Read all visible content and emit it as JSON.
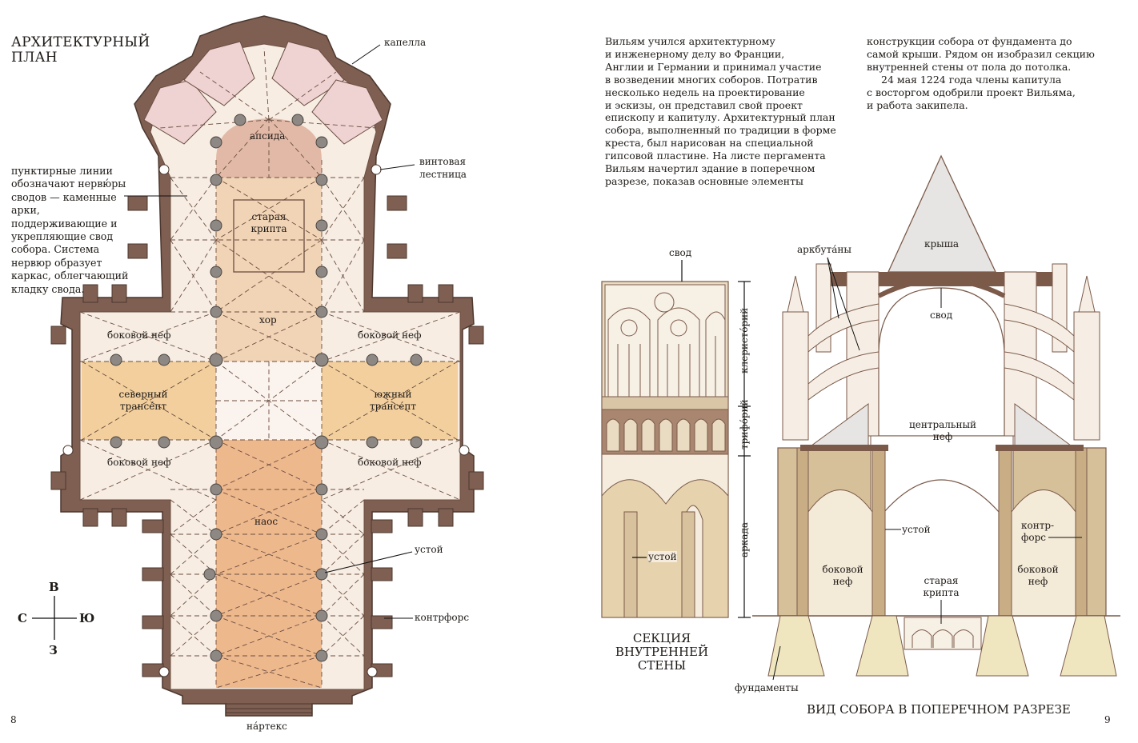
{
  "left_page": {
    "title": [
      "АРХИТЕКТУРНЫЙ",
      "ПЛАН"
    ],
    "note": "пунктирные линии обозначают нервю́ры сводов — каменные арки, поддерживающие и укрепляющие свод собора. Система нервюр образует каркас, облегчающий кладку свода.",
    "page_number": "8",
    "compass": {
      "north": "В",
      "west": "С",
      "east": "Ю",
      "south": "З"
    },
    "labels": {
      "chapel": "капелла",
      "apse": "апсида",
      "spiral_stair": [
        "винтовая",
        "лестница"
      ],
      "old_crypt": [
        "старая",
        "крипта"
      ],
      "choir": "хор",
      "side_nave_north_top": "боковой неф",
      "side_nave_south_top": "боковой неф",
      "north_transept": [
        "северный",
        "трансе́пт"
      ],
      "south_transept": [
        "южный",
        "трансе́пт"
      ],
      "side_nave_north_bottom": "боковой неф",
      "side_nave_south_bottom": "боковой неф",
      "naos": "наос",
      "pier": "устой",
      "buttress": "контрфорс",
      "narthex": "на́ртекс"
    }
  },
  "right_page": {
    "text_col1": [
      "Вильям учился архитектурному",
      "и инженерному делу во Франции,",
      "Англии и Германии и принимал участие",
      "в возведении многих соборов. Потратив",
      "несколько недель на проектирование",
      "и эскизы, он представил свой проект",
      "епископу и капитулу. Архитектурный план",
      "собора, выполненный по традиции в форме",
      "креста, был нарисован на специальной",
      "гипсовой пластине. На листе пергамента",
      "Вильям начертил здание в поперечном",
      "разрезе, показав основные элементы"
    ],
    "text_col2": [
      "конструкции собора от фундамента до",
      "самой крыши. Рядом он изобразил секцию",
      "внутренней стены от пола до потолка.",
      "24 мая 1224 года члены капитула",
      "с восторгом одобрили проект Вильяма,",
      "и работа закипела."
    ],
    "wall_section": {
      "vault": "свод",
      "clerestory": "клеристо́рий",
      "triforium": "трифо́рий",
      "arcade": "аркада",
      "pier": "устой",
      "caption": [
        "СЕКЦИЯ",
        "ВНУТРЕННЕЙ",
        "СТЕНЫ"
      ]
    },
    "cross_section": {
      "roof": "крыша",
      "flying_buttresses": "аркбута́ны",
      "vault": "свод",
      "central_nave": [
        "центральный",
        "неф"
      ],
      "pier": "устой",
      "buttress": [
        "контр-",
        "форс"
      ],
      "side_nave_left": [
        "боковой",
        "неф"
      ],
      "side_nave_right": [
        "боковой",
        "неф"
      ],
      "old_crypt": [
        "старая",
        "крипта"
      ],
      "foundations": "фундаменты",
      "caption": "ВИД СОБОРА В ПОПЕРЕЧНОМ РАЗРЕЗЕ"
    },
    "page_number": "9"
  },
  "colors": {
    "wall": "#7f5f51",
    "wall_light": "#a88f82",
    "floor": "#f7ede3",
    "choir": "#f1d3b5",
    "transept": "#f2cf9d",
    "naos": "#eeb88d",
    "apse": "#e2b9a6",
    "chapel": "#efd2d2",
    "stone": "#e9dcc2",
    "stone_dark": "#b19d83",
    "frame": "#7b5a4a",
    "roof": "#e7e5e3"
  }
}
